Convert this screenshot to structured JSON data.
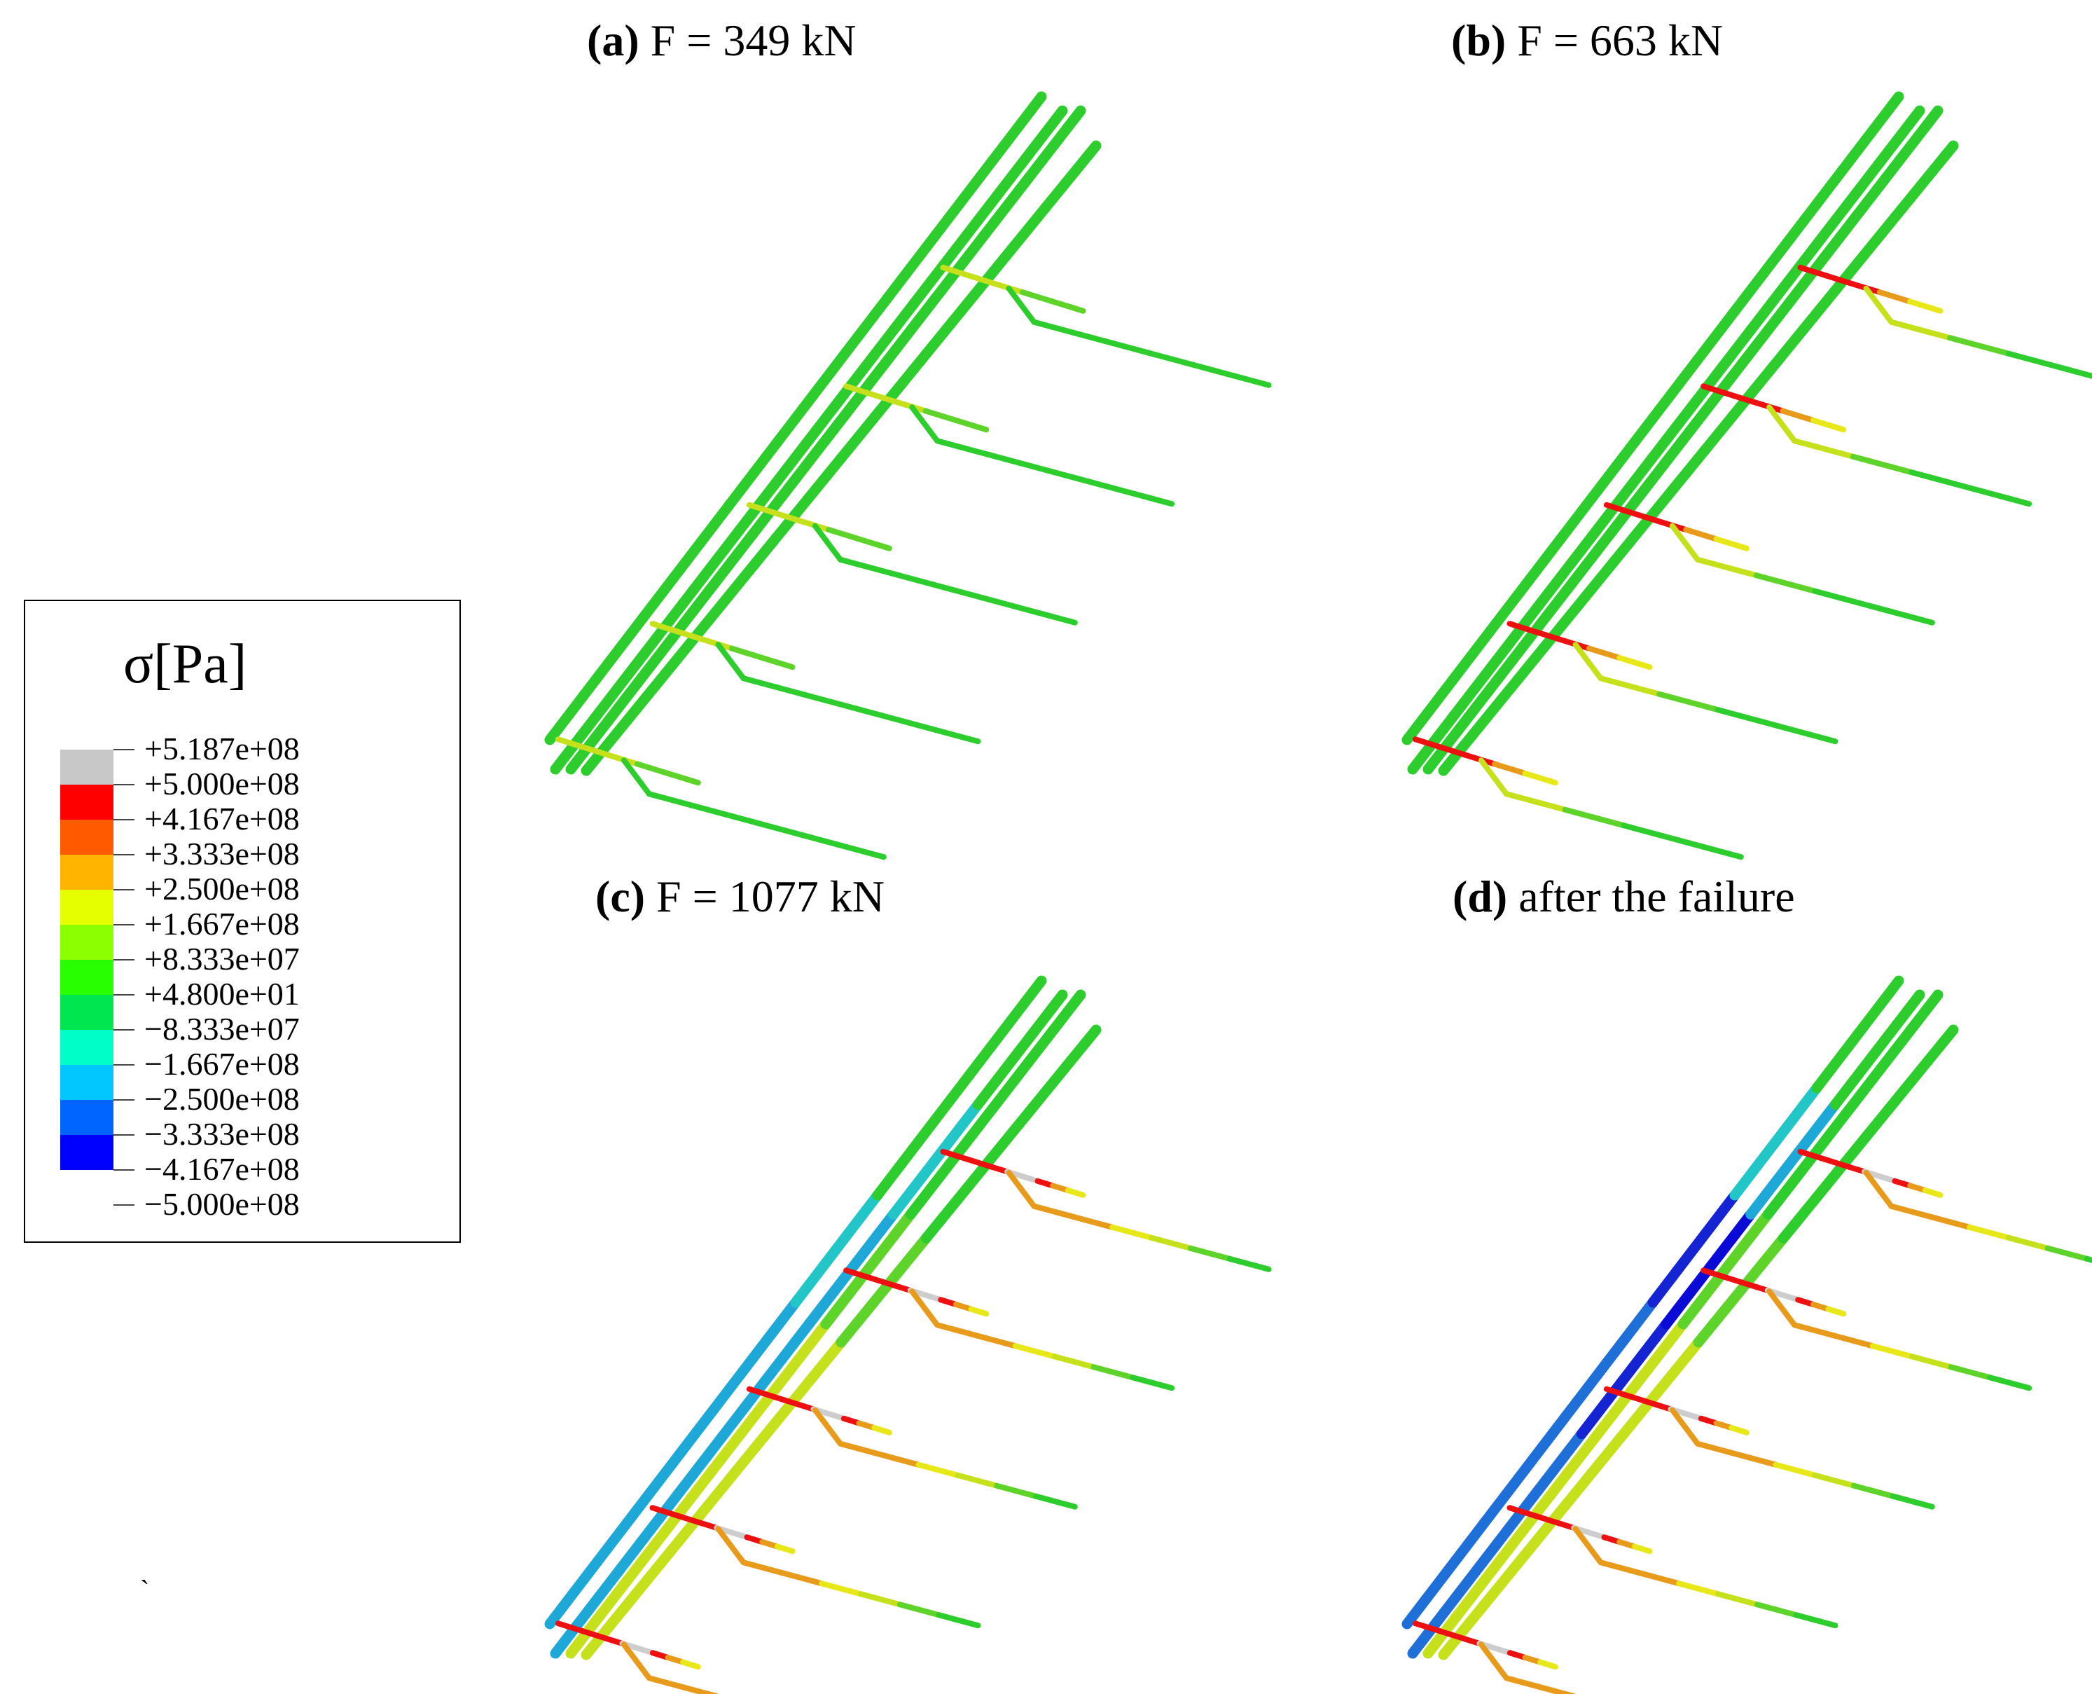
{
  "panels": [
    {
      "id": "a",
      "label": "(a)",
      "text": " F = 349 kN"
    },
    {
      "id": "b",
      "label": "(b)",
      "text": " F = 663 kN"
    },
    {
      "id": "c",
      "label": "(c)",
      "text": " F = 1077 kN"
    },
    {
      "id": "d",
      "label": "(d)",
      "text": " after the failure"
    }
  ],
  "legend": {
    "title": "σ[Pa]",
    "labels": [
      "+5.187e+08",
      "+5.000e+08",
      "+4.167e+08",
      "+3.333e+08",
      "+2.500e+08",
      "+1.667e+08",
      "+8.333e+07",
      "+4.800e+01",
      "−8.333e+07",
      "−1.667e+08",
      "−2.500e+08",
      "−3.333e+08",
      "−4.167e+08",
      "−5.000e+08"
    ],
    "colors": [
      "#c8c8c8",
      "#ff0000",
      "#ff5a00",
      "#ffb400",
      "#e6ff00",
      "#8cff00",
      "#28ff00",
      "#00e650",
      "#00ffc8",
      "#00c8ff",
      "#0064ff",
      "#0000ff"
    ]
  },
  "stray_mark": "`",
  "stress_colors": {
    "green": "#2ccd2c",
    "light_green": "#5ed42a",
    "yellow_green": "#c6e01c",
    "yellow": "#e8e818",
    "orange": "#e89a1a",
    "red": "#ee1010",
    "grey": "#cdcdcd",
    "cyan": "#22c6c6",
    "light_blue": "#1ea8d8",
    "blue": "#1e6fd8",
    "dark_blue": "#1424d2",
    "deep_blue": "#0a0ad6"
  }
}
